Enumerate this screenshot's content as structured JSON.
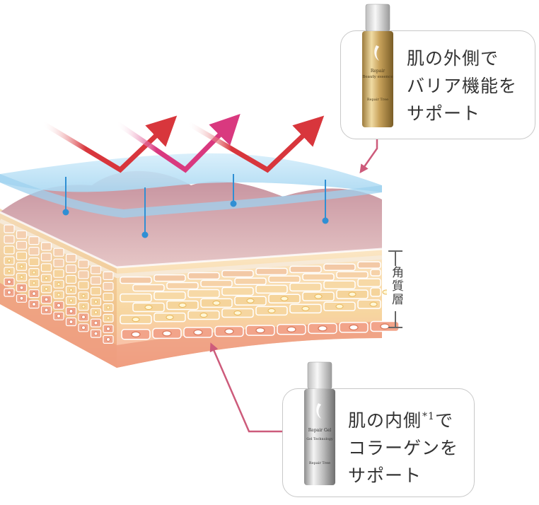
{
  "colors": {
    "accent_red": "#d8363c",
    "accent_pink": "#d9397f",
    "pointer": "#cd5b7b",
    "moisture_dot": "#2f8fd4",
    "barrier_film": "#b9e0f5",
    "dermis": "#b57f8f",
    "cell_cream": "#f6dca8",
    "cell_orange": "#ef9e80"
  },
  "callouts": {
    "top": {
      "line1": "肌の外側で",
      "line2": "バリア機能を",
      "line3": "サポート",
      "product": "gold-serum-bottle",
      "bottle_text": {
        "brand": "Repair",
        "name": "Beauty essence",
        "maker": "Repair Tree"
      }
    },
    "bottom": {
      "line1_main": "肌の内側",
      "line1_note": "*1",
      "line1_tail": "で",
      "line2": "コラーゲンを",
      "line3": "サポート",
      "product": "silver-gel-bottle",
      "bottle_text": {
        "name": "Repair Gel",
        "sub": "Gel Technology",
        "maker": "Repair Tree"
      }
    }
  },
  "layer_label": "角質層"
}
